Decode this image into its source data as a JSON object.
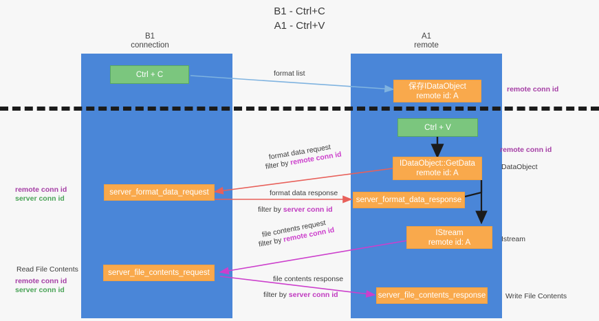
{
  "title": {
    "line1": "B1 - Ctrl+C",
    "line2": "A1 - Ctrl+V"
  },
  "lanes": [
    {
      "name": "B1",
      "sub": "connection"
    },
    {
      "name": "A1",
      "sub": "remote"
    }
  ],
  "nodes": {
    "ctrl_c": {
      "label": "Ctrl + C"
    },
    "ctrl_v": {
      "label": "Ctrl + V"
    },
    "save_idataobject": {
      "line1": "保存IDataObject",
      "line2": "remote id: A"
    },
    "getdata": {
      "line1": "IDataObject::GetData",
      "line2": "remote id: A"
    },
    "server_format_data_request": {
      "label": "server_format_data_request"
    },
    "server_format_data_response": {
      "label": "server_format_data_response"
    },
    "istream": {
      "line1": "IStream",
      "line2": "remote id: A"
    },
    "server_file_contents_request": {
      "label": "server_file_contents_request"
    },
    "server_file_contents_response": {
      "label": "server_file_contents_response"
    }
  },
  "edges": {
    "format_list": "format list",
    "format_data_request": "format data request",
    "format_data_request_filter_prefix": "filter by ",
    "format_data_request_filter_key": "remote conn id",
    "format_data_response": "format data response",
    "format_data_response_filter_prefix": "filter by ",
    "format_data_response_filter_key": "server conn id",
    "file_contents_request": "file contents request",
    "file_contents_request_filter_prefix": "filter by ",
    "file_contents_request_filter_key": "remote conn id",
    "file_contents_response": "file contents response",
    "file_contents_response_filter_prefix": "filter by ",
    "file_contents_response_filter_key": "server conn id"
  },
  "right_labels": {
    "remote_conn_id_top": "remote conn id",
    "remote_conn_id_mid": "remote conn id",
    "dataobject": "DataObject",
    "istream": "Istream",
    "write_file_contents": "Write File Contents"
  },
  "left_labels": {
    "remote_conn_id_mid": "remote conn id",
    "server_conn_id_mid": "server conn id",
    "read_file_contents": "Read File Contents",
    "remote_conn_id_bottom": "remote conn id",
    "server_conn_id_bottom": "server conn id"
  },
  "colors": {
    "lane": "#4a86d8",
    "green_node": "#7bc67e",
    "orange_node": "#f9a94c",
    "arrow_blue": "#7fb3e0",
    "arrow_red": "#e8605a",
    "arrow_magenta": "#cc3fcc",
    "arrow_black": "#1b1b1b",
    "purple_text": "#a53fa5",
    "green_text": "#4aa357",
    "divider": "#1b1b1b"
  }
}
